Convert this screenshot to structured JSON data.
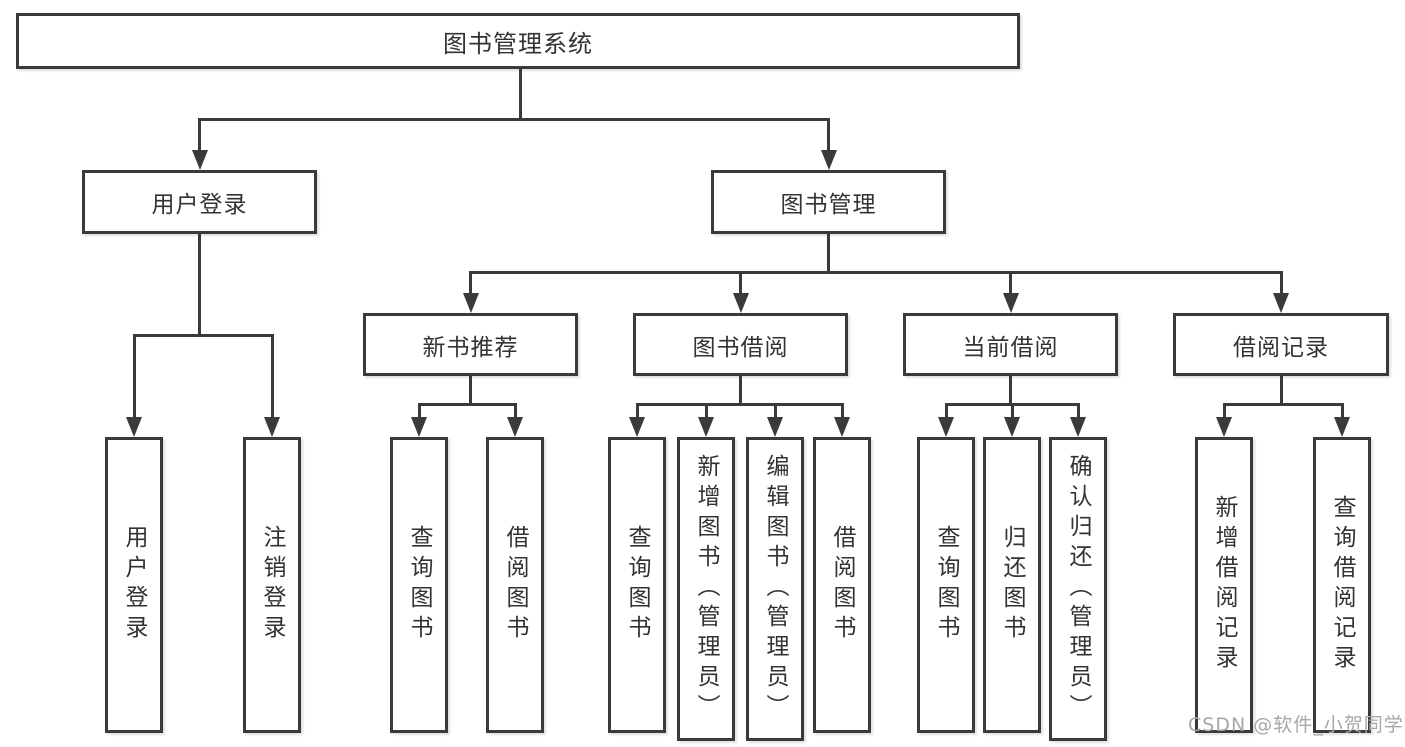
{
  "nodes": {
    "root": {
      "label": "图书管理系统"
    },
    "user_login": {
      "label": "用户登录"
    },
    "book_mgmt": {
      "label": "图书管理"
    },
    "new_book_rec": {
      "label": "新书推荐"
    },
    "book_borrow": {
      "label": "图书借阅"
    },
    "current_borrow": {
      "label": "当前借阅"
    },
    "borrow_record": {
      "label": "借阅记录"
    }
  },
  "leaves": {
    "user_login": {
      "label": "用户登录"
    },
    "logout": {
      "label": "注销登录"
    },
    "query_book_rec": {
      "label": "查询图书"
    },
    "borrow_book_rec": {
      "label": "借阅图书"
    },
    "query_book_borrow": {
      "label": "查询图书"
    },
    "add_book": {
      "label": "新增图书（管理员）"
    },
    "edit_book": {
      "label": "编辑图书（管理员）"
    },
    "borrow_book_borrow": {
      "label": "借阅图书"
    },
    "query_book_current": {
      "label": "查询图书"
    },
    "return_book": {
      "label": "归还图书"
    },
    "confirm_return": {
      "label": "确认归还（管理员）"
    },
    "add_borrow_record": {
      "label": "新增借阅记录"
    },
    "query_borrow_record": {
      "label": "查询借阅记录"
    }
  },
  "watermark": {
    "text": "CSDN @软件_小贺同学"
  },
  "colors": {
    "line": "#3a3a3a",
    "text": "#333333",
    "box_bg": "#ffffff",
    "watermark": "#a7a7a7"
  }
}
